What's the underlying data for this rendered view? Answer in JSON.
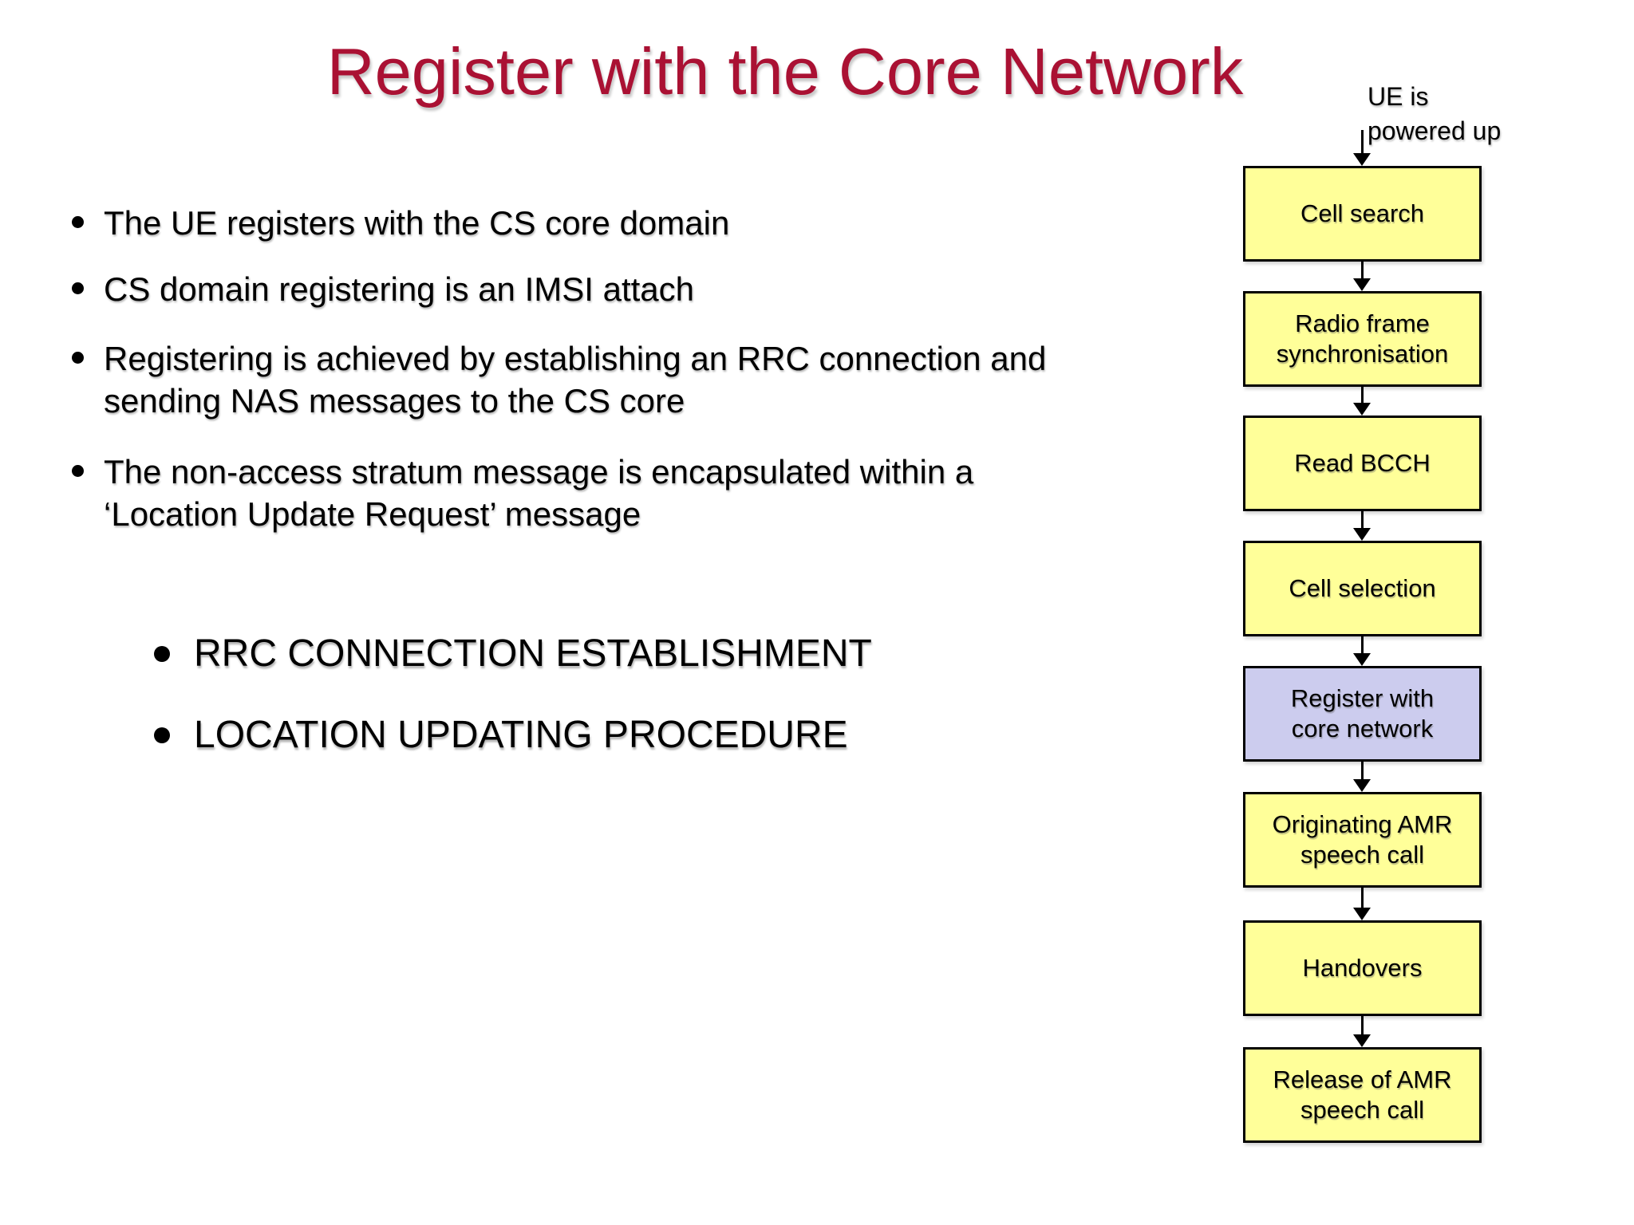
{
  "slide": {
    "title": "Register with the Core Network",
    "bullets": [
      "The UE registers with the CS core domain",
      "CS domain registering is an IMSI attach",
      "Registering is achieved by establishing an RRC connection and\nsending NAS messages to the CS core",
      "The non-access stratum message is encapsulated within a\n‘Location Update Request’ message"
    ],
    "sub_bullets": [
      "RRC CONNECTION ESTABLISHMENT",
      "LOCATION UPDATING PROCEDURE"
    ]
  },
  "flowchart": {
    "start_label": "UE is\npowered up",
    "steps": [
      {
        "label": "Cell search",
        "highlighted": false
      },
      {
        "label": "Radio frame\nsynchronisation",
        "highlighted": false
      },
      {
        "label": "Read BCCH",
        "highlighted": false
      },
      {
        "label": "Cell selection",
        "highlighted": false
      },
      {
        "label": "Register with\ncore network",
        "highlighted": true
      },
      {
        "label": "Originating AMR\nspeech call",
        "highlighted": false
      },
      {
        "label": "Handovers",
        "highlighted": false
      },
      {
        "label": "Release of AMR\nspeech call",
        "highlighted": false
      }
    ]
  },
  "colors": {
    "background": "#FFFFFF",
    "title_text": "#AA1133",
    "body_text": "#000000",
    "step_fill": "#FFFF99",
    "highlight_fill": "#CCCCEE",
    "box_border": "#000000"
  }
}
